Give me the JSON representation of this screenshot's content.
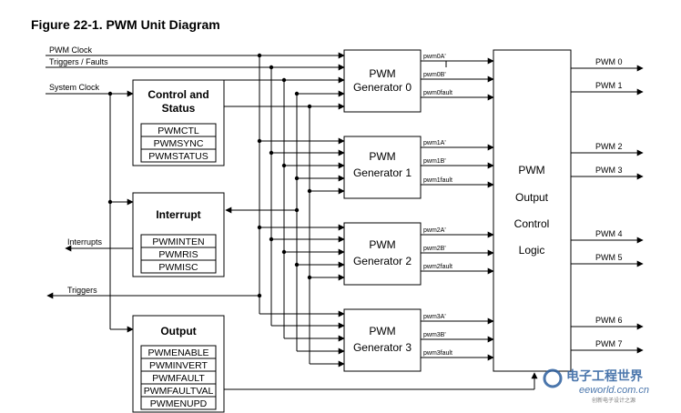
{
  "title": "Figure 22-1. PWM Unit Diagram",
  "inputs": {
    "pwm_clock": "PWM Clock",
    "triggers_faults": "Triggers / Faults",
    "system_clock": "System Clock"
  },
  "control": {
    "title_line1": "Control and",
    "title_line2": "Status",
    "registers": [
      "PWMCTL",
      "PWMSYNC",
      "PWMSTATUS"
    ]
  },
  "interrupt": {
    "title": "Interrupt",
    "registers": [
      "PWMINTEN",
      "PWMRIS",
      "PWMISC"
    ],
    "out_label": "Interrupts"
  },
  "triggers_out": "Triggers",
  "output_block": {
    "title": "Output",
    "registers": [
      "PWMENABLE",
      "PWMINVERT",
      "PWMFAULT",
      "PWMFAULTVAL",
      "PWMENUPD"
    ]
  },
  "generators": [
    {
      "line1": "PWM",
      "line2": "Generator 0",
      "signals": [
        "pwm0A'",
        "pwm0B'",
        "pwm0fault"
      ]
    },
    {
      "line1": "PWM",
      "line2": "Generator 1",
      "signals": [
        "pwm1A'",
        "pwm1B'",
        "pwm1fault"
      ]
    },
    {
      "line1": "PWM",
      "line2": "Generator 2",
      "signals": [
        "pwm2A'",
        "pwm2B'",
        "pwm2fault"
      ]
    },
    {
      "line1": "PWM",
      "line2": "Generator 3",
      "signals": [
        "pwm3A'",
        "pwm3B'",
        "pwm3fault"
      ]
    }
  ],
  "logic": {
    "lines": [
      "PWM",
      "Output",
      "Control",
      "Logic"
    ]
  },
  "outputs": [
    "PWM 0",
    "PWM 1",
    "PWM 2",
    "PWM 3",
    "PWM 4",
    "PWM 5",
    "PWM 6",
    "PWM 7"
  ],
  "watermark": {
    "brand": "电子工程世界",
    "site": "eeworld.com.cn",
    "slogan": "创新电子设计之源"
  }
}
